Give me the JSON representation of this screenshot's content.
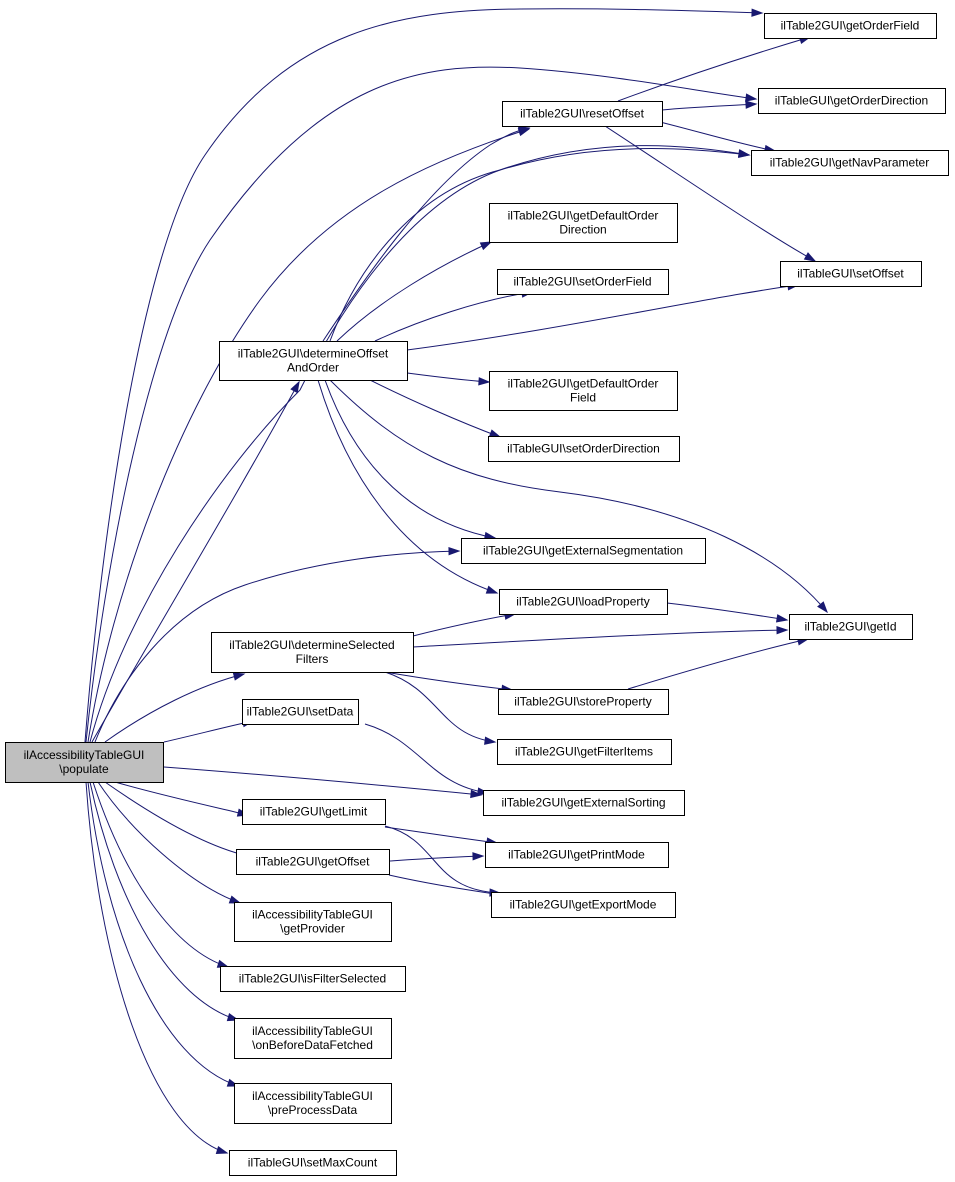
{
  "nodes": {
    "populate": [
      "ilAccessibilityTableGUI",
      "\\populate"
    ],
    "getOrderField": [
      "ilTable2GUI\\getOrderField"
    ],
    "getOrderDirection": [
      "ilTableGUI\\getOrderDirection"
    ],
    "resetOffset": [
      "ilTable2GUI\\resetOffset"
    ],
    "getNavParameter": [
      "ilTable2GUI\\getNavParameter"
    ],
    "getDefaultOrderDirection": [
      "ilTable2GUI\\getDefaultOrder",
      "Direction"
    ],
    "setOrderField": [
      "ilTable2GUI\\setOrderField"
    ],
    "setOffset": [
      "ilTableGUI\\setOffset"
    ],
    "determineOffsetAndOrder": [
      "ilTable2GUI\\determineOffset",
      "AndOrder"
    ],
    "getDefaultOrderField": [
      "ilTable2GUI\\getDefaultOrder",
      "Field"
    ],
    "setOrderDirection": [
      "ilTableGUI\\setOrderDirection"
    ],
    "getExternalSegmentation": [
      "ilTable2GUI\\getExternalSegmentation"
    ],
    "loadProperty": [
      "ilTable2GUI\\loadProperty"
    ],
    "getId": [
      "ilTable2GUI\\getId"
    ],
    "determineSelectedFilters": [
      "ilTable2GUI\\determineSelected",
      "Filters"
    ],
    "storeProperty": [
      "ilTable2GUI\\storeProperty"
    ],
    "setData": [
      "ilTable2GUI\\setData"
    ],
    "getFilterItems": [
      "ilTable2GUI\\getFilterItems"
    ],
    "getExternalSorting": [
      "ilTable2GUI\\getExternalSorting"
    ],
    "getLimit": [
      "ilTable2GUI\\getLimit"
    ],
    "getPrintMode": [
      "ilTable2GUI\\getPrintMode"
    ],
    "getOffset": [
      "ilTable2GUI\\getOffset"
    ],
    "getExportMode": [
      "ilTable2GUI\\getExportMode"
    ],
    "getProvider": [
      "ilAccessibilityTableGUI",
      "\\getProvider"
    ],
    "isFilterSelected": [
      "ilTable2GUI\\isFilterSelected"
    ],
    "onBeforeDataFetched": [
      "ilAccessibilityTableGUI",
      "\\onBeforeDataFetched"
    ],
    "preProcessData": [
      "ilAccessibilityTableGUI",
      "\\preProcessData"
    ],
    "setMaxCount": [
      "ilTableGUI\\setMaxCount"
    ]
  },
  "edges": [
    [
      "populate",
      "getOrderField"
    ],
    [
      "populate",
      "getOrderDirection"
    ],
    [
      "populate",
      "resetOffset"
    ],
    [
      "populate",
      "getNavParameter"
    ],
    [
      "populate",
      "determineOffsetAndOrder"
    ],
    [
      "populate",
      "getExternalSegmentation"
    ],
    [
      "populate",
      "determineSelectedFilters"
    ],
    [
      "populate",
      "setData"
    ],
    [
      "populate",
      "getExternalSorting"
    ],
    [
      "populate",
      "getLimit"
    ],
    [
      "populate",
      "getOffset"
    ],
    [
      "populate",
      "getProvider"
    ],
    [
      "populate",
      "isFilterSelected"
    ],
    [
      "populate",
      "onBeforeDataFetched"
    ],
    [
      "populate",
      "preProcessData"
    ],
    [
      "populate",
      "setMaxCount"
    ],
    [
      "resetOffset",
      "getOrderField"
    ],
    [
      "resetOffset",
      "getOrderDirection"
    ],
    [
      "resetOffset",
      "getNavParameter"
    ],
    [
      "resetOffset",
      "setOffset"
    ],
    [
      "determineOffsetAndOrder",
      "resetOffset"
    ],
    [
      "determineOffsetAndOrder",
      "getNavParameter"
    ],
    [
      "determineOffsetAndOrder",
      "getDefaultOrderDirection"
    ],
    [
      "determineOffsetAndOrder",
      "setOrderField"
    ],
    [
      "determineOffsetAndOrder",
      "setOffset"
    ],
    [
      "determineOffsetAndOrder",
      "getDefaultOrderField"
    ],
    [
      "determineOffsetAndOrder",
      "setOrderDirection"
    ],
    [
      "determineOffsetAndOrder",
      "getExternalSegmentation"
    ],
    [
      "determineOffsetAndOrder",
      "loadProperty"
    ],
    [
      "determineOffsetAndOrder",
      "getId"
    ],
    [
      "loadProperty",
      "getId"
    ],
    [
      "determineSelectedFilters",
      "loadProperty"
    ],
    [
      "determineSelectedFilters",
      "getId"
    ],
    [
      "determineSelectedFilters",
      "storeProperty"
    ],
    [
      "determineSelectedFilters",
      "getFilterItems"
    ],
    [
      "storeProperty",
      "getId"
    ],
    [
      "setData",
      "getExternalSorting"
    ],
    [
      "getLimit",
      "getPrintMode"
    ],
    [
      "getLimit",
      "getExportMode"
    ],
    [
      "getOffset",
      "getPrintMode"
    ],
    [
      "getOffset",
      "getExportMode"
    ]
  ]
}
